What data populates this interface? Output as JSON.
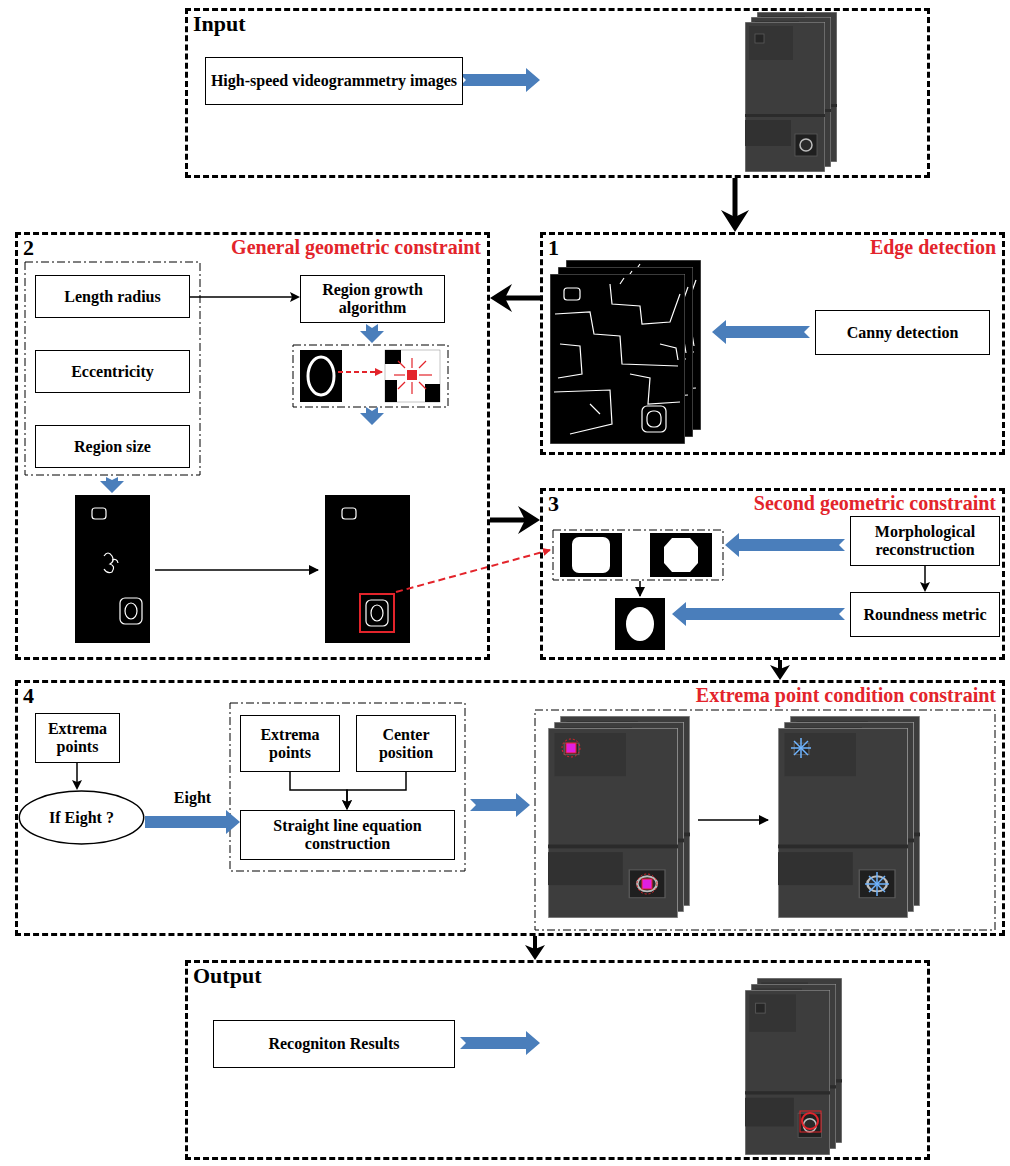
{
  "diagram": {
    "nodes": [
      {
        "text": [
          "Input"
        ]
      },
      {
        "text": [
          "High-speed videogrammetry images"
        ],
        "in": 0
      },
      {
        "text": [
          "2",
          "General geometric constraint"
        ]
      },
      {
        "text": [
          "Length radius"
        ],
        "in": 2
      },
      {
        "text": [
          "Eccentricity"
        ],
        "in": 2
      },
      {
        "text": [
          "Region size"
        ],
        "in": 2
      },
      {
        "text": [
          "Region growth algorithm"
        ],
        "in": 2
      },
      {
        "text": [
          "1",
          "Edge detection"
        ]
      },
      {
        "text": [
          "Canny detection"
        ],
        "in": 7
      },
      {
        "text": [
          "3",
          "Second geometric constraint"
        ]
      },
      {
        "text": [
          "Morphological reconstruction"
        ],
        "in": 9
      },
      {
        "text": [
          "Roundness metric"
        ],
        "in": 9
      },
      {
        "text": [
          "4",
          "Extrema point condition constraint"
        ]
      },
      {
        "text": [
          "Extrema points"
        ],
        "in": 12
      },
      {
        "text": [
          "If Eight ?"
        ],
        "in": 12
      },
      {
        "text": [
          "Extrema points"
        ],
        "in": 12
      },
      {
        "text": [
          "Center position"
        ],
        "in": 12
      },
      {
        "text": [
          "Straight line equation construction"
        ],
        "in": 12
      },
      {
        "text": [
          "Output"
        ]
      },
      {
        "text": [
          "Recogniton Results"
        ],
        "in": 18
      }
    ],
    "edges": [
      {
        "from": 0,
        "to": 7,
        "arrow": "to"
      },
      {
        "from": 7,
        "to": 2,
        "arrow": "to"
      },
      {
        "from": 2,
        "to": 9,
        "arrow": "to"
      },
      {
        "from": 9,
        "to": 12,
        "arrow": "to"
      },
      {
        "from": 12,
        "to": 18,
        "arrow": "to"
      },
      {
        "from": 3,
        "to": 6,
        "arrow": "to"
      },
      {
        "from": 10,
        "to": 11,
        "arrow": "to"
      },
      {
        "from": 13,
        "to": 14,
        "arrow": "to"
      },
      {
        "from": 14,
        "to": 17,
        "label": "Eight",
        "arrow": "to"
      },
      {
        "from": 15,
        "to": 17,
        "arrow": "to"
      },
      {
        "from": 16,
        "to": 17,
        "arrow": "to"
      }
    ]
  }
}
